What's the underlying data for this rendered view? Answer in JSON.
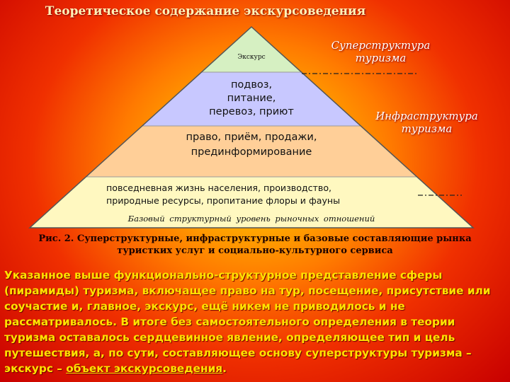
{
  "title": "Теоретическое содержание экскурсоведения",
  "pyramid": {
    "top": "Экскурс",
    "level2": [
      "подвоз,",
      "питание,",
      "перевоз, приют"
    ],
    "level3": [
      "право, приём, продажи,",
      "прединформирование"
    ],
    "level4": [
      "повседневная жизнь населения, производство,",
      "природные ресурсы, пропитание флоры и фауны"
    ],
    "base": "Базовый структурный уровень рыночных отношений"
  },
  "labels": {
    "superstructure": [
      "Суперструктура",
      "туризма"
    ],
    "infrastructure": [
      "Инфраструктура",
      "туризма"
    ]
  },
  "caption": [
    "Рис. 2. Суперструктурные, инфраструктурные и базовые составляющие рынка",
    "туристких услуг и социально-культурного сервиса"
  ],
  "paragraph": {
    "text": "Указанное выше функционально-структурное представление сферы (пирамиды) туризма, включащее право на тур, посещение, присутствие или соучастие и, главное, экскурс, ещё никем не приводилось и не рассматривалось. В итоге без самостоятельного определения в теории туризма оставалось сердцевинное явление, определяющее тип и цель путешествия, а, по сути, составляющее основу суперструктуры туризма – экскурс – ",
    "underlined": "объект экскурсоведения",
    "end": "."
  },
  "colors": {
    "top": "#d6f0c2",
    "level2": "#c8c8ff",
    "level3": "#ffcf98",
    "level4": "#fff8c0",
    "base": "#fff8c0"
  }
}
